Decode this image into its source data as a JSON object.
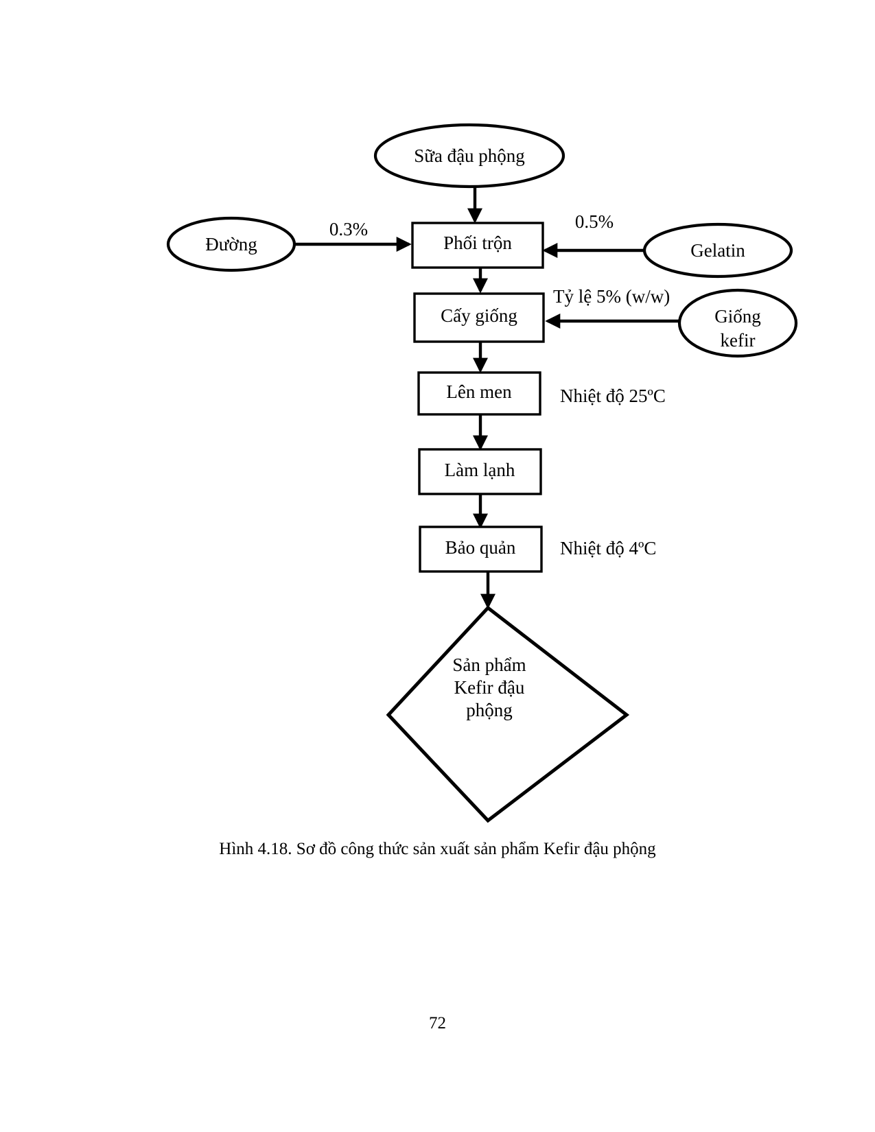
{
  "document": {
    "page_number": "72",
    "caption": "Hình 4.18. Sơ đồ công thức sản xuất sản phẩm Kefir đậu phộng"
  },
  "diagram": {
    "title": "Sơ đồ công thức sản xuất sản phẩm Kefir đậu phộng",
    "type": "flowchart",
    "orientation": "top-to-bottom",
    "ink_color": "#000000",
    "background_color": "#ffffff",
    "nodes": {
      "milk": {
        "label": "Sữa đậu phộng",
        "shape": "ellipse"
      },
      "sugar": {
        "label": "Đường",
        "shape": "ellipse"
      },
      "gelatin": {
        "label": "Gelatin",
        "shape": "ellipse"
      },
      "starter": {
        "label_line1": "Giống",
        "label_line2": "kefir",
        "shape": "ellipse"
      },
      "mixing": {
        "label": "Phối trộn",
        "shape": "rectangle"
      },
      "inoculation": {
        "label": "Cấy giống",
        "shape": "rectangle"
      },
      "fermentation": {
        "label": "Lên men",
        "shape": "rectangle"
      },
      "cooling": {
        "label": "Làm lạnh",
        "shape": "rectangle"
      },
      "storage": {
        "label": "Bảo quản",
        "shape": "rectangle"
      },
      "product": {
        "label_line1": "Sản phẩm",
        "label_line2": "Kefir đậu",
        "label_line3": "phộng",
        "shape": "diamond"
      }
    },
    "edge_labels": {
      "sugar_to_mixing": "0.3%",
      "gelatin_to_mixing": "0.5%",
      "starter_to_inoculation": "Tỷ lệ 5% (w/w)"
    },
    "side_notes": {
      "fermentation": "Nhiệt độ 25ºC",
      "storage": "Nhiệt độ 4ºC"
    }
  }
}
